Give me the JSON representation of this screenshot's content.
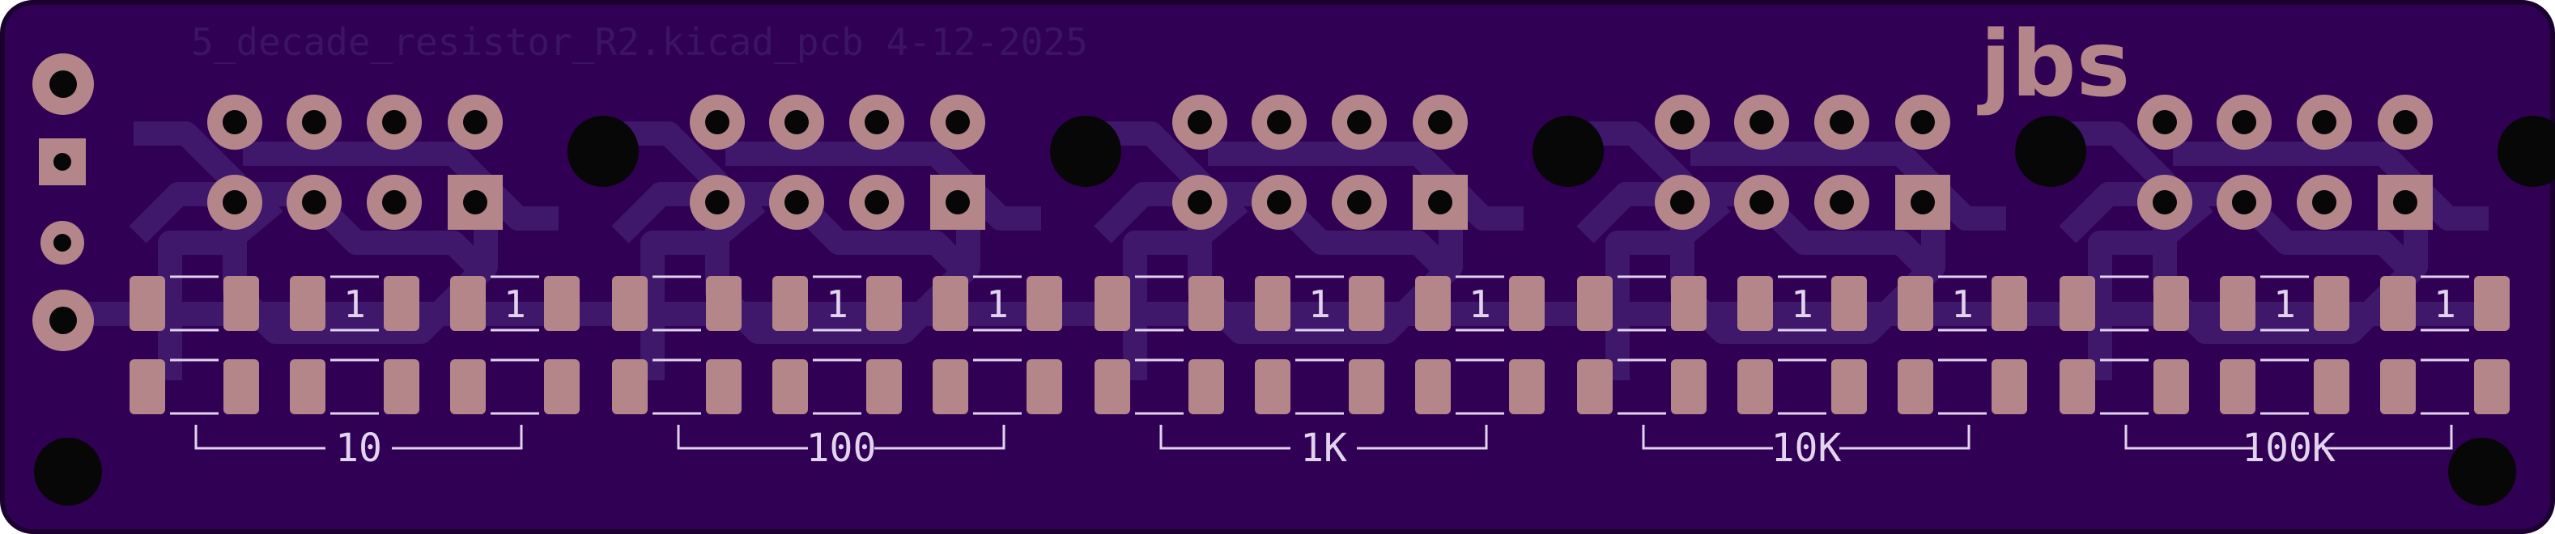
{
  "board": {
    "title": "5_decade_resistor_R2.kicad_pcb 4-12-2025",
    "logo": "jbs",
    "colors": {
      "substrate": "#300054",
      "edge": "#1a002e",
      "trace": "#3f176b",
      "copper_pad": "#b4868a",
      "drill_hole": "#070707",
      "silkscreen": "#e2d3ee",
      "title_silk": "#3c1465"
    }
  },
  "decades": [
    {
      "label": "10",
      "pad_marks": [
        "",
        "1",
        "1"
      ]
    },
    {
      "label": "100",
      "pad_marks": [
        "",
        "1",
        "1"
      ]
    },
    {
      "label": "1K",
      "pad_marks": [
        "",
        "1",
        "1"
      ]
    },
    {
      "label": "10K",
      "pad_marks": [
        "",
        "1",
        "1"
      ]
    },
    {
      "label": "100K",
      "pad_marks": [
        "",
        "1",
        "1"
      ]
    }
  ]
}
